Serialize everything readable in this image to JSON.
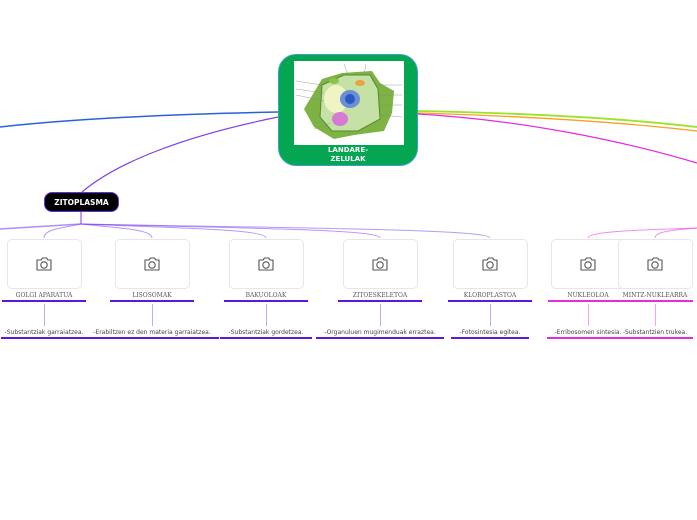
{
  "root": {
    "title_line1": "LANDARE-",
    "title_line2": "ZELULAK",
    "image": "plant-cell-diagram",
    "color": "#05a652"
  },
  "topic": {
    "label": "ZITOPLASMA",
    "color": "#000000",
    "branch_color": "#7b3ff0"
  },
  "branch_colors": {
    "left_blue": "#2a62d8",
    "zitoplasma": "#7b3ff0",
    "green": "#9be22a",
    "orange": "#f7a11e",
    "magenta": "#e22de2"
  },
  "nodes": [
    {
      "label": "GOLGI APARATUA",
      "desc": "-Substantziak garraiatzea.",
      "icon": "camera-icon",
      "group": "zitoplasma"
    },
    {
      "label": "LISOSOMAK",
      "desc": "-Erabiltzen ez den materia garraiatzea.",
      "icon": "camera-icon",
      "group": "zitoplasma"
    },
    {
      "label": "BAKUOLOAK",
      "desc": "-Substantziak gordetzea.",
      "icon": "camera-icon",
      "group": "zitoplasma"
    },
    {
      "label": "ZITOESKELETOA",
      "desc": "-Organuluen mugimenduak erraztea.",
      "icon": "camera-icon",
      "group": "zitoplasma"
    },
    {
      "label": "KLOROPLASTOA",
      "desc": "-Fotosintesia egitea.",
      "icon": "camera-icon",
      "group": "zitoplasma"
    },
    {
      "label": "NUKLEOLOA",
      "desc": "-Erribosomen sintesia.",
      "icon": "camera-icon",
      "group": "nukleoa"
    },
    {
      "label": "MINTZ-NUKLEARRA",
      "desc": "-Substantzien trukea.",
      "icon": "camera-icon",
      "group": "nukleoa"
    }
  ]
}
